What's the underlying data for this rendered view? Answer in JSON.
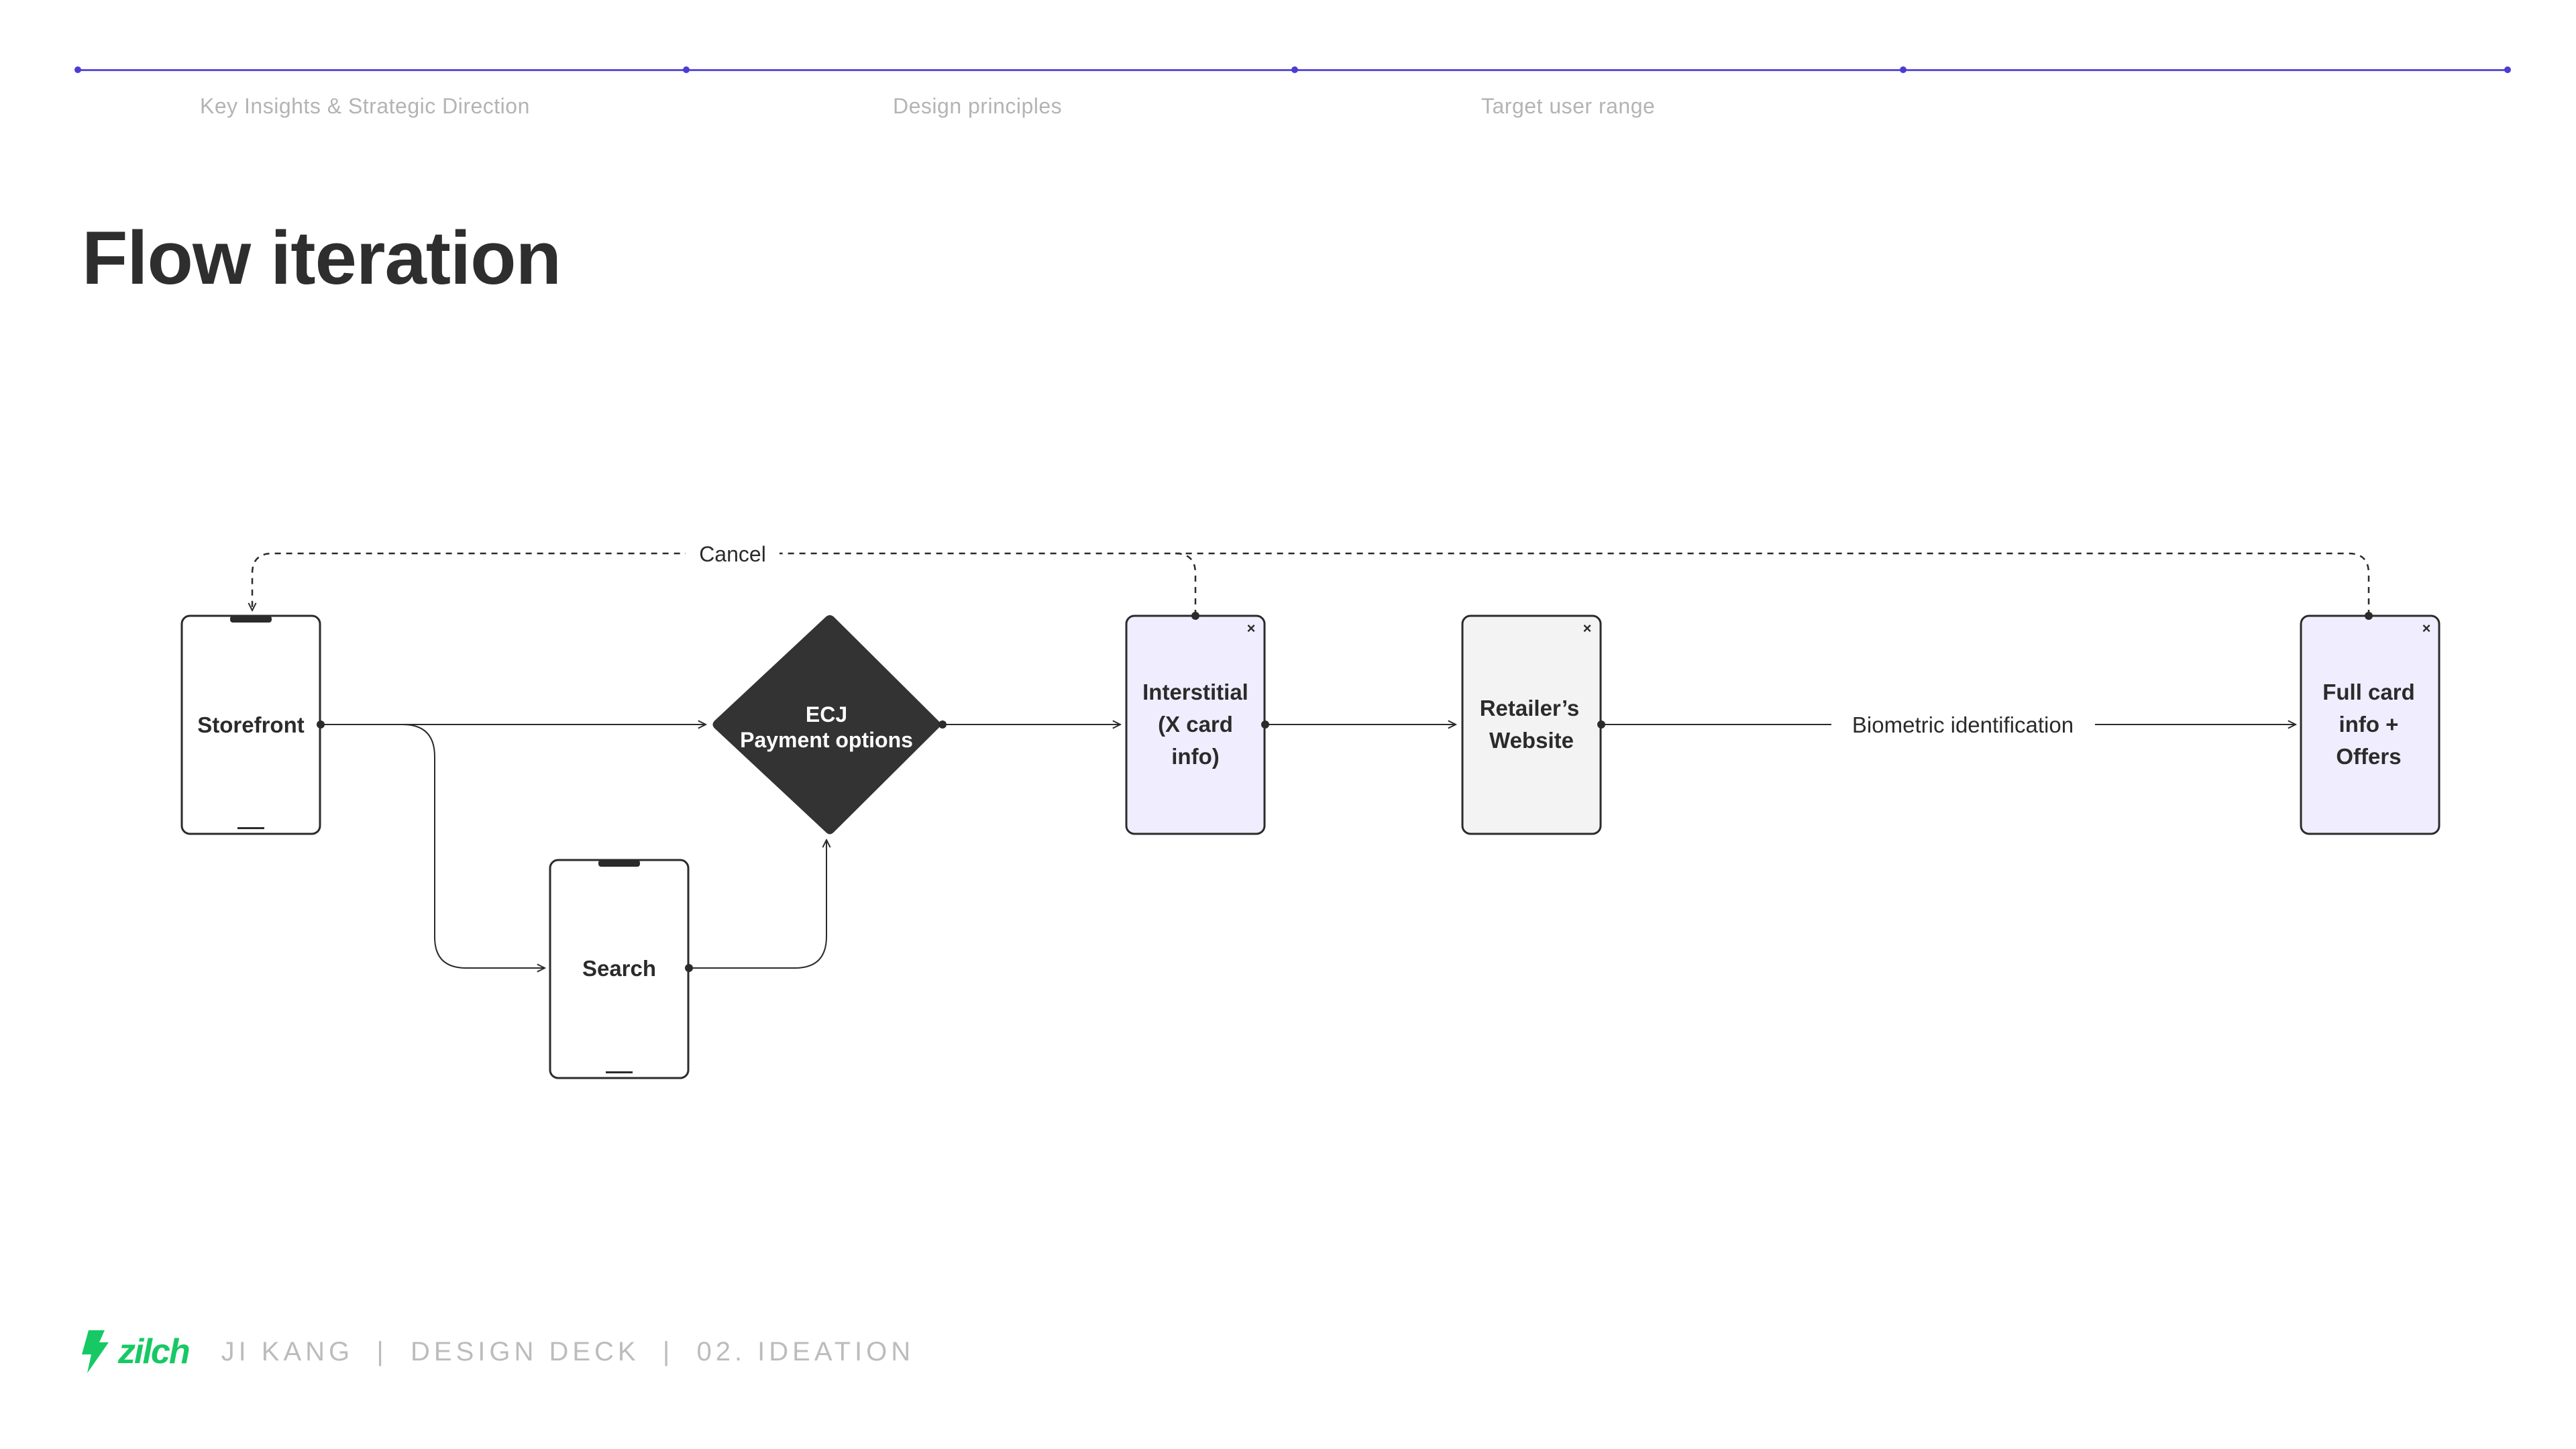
{
  "nav": {
    "items": [
      {
        "label": "Key Insights & Strategic Direction"
      },
      {
        "label": "Design principles"
      },
      {
        "label": "Target user range"
      },
      {
        "label": ""
      }
    ]
  },
  "page": {
    "title": "Flow iteration"
  },
  "diagram": {
    "nodes": {
      "storefront": {
        "label": "Storefront"
      },
      "search": {
        "label": "Search"
      },
      "decision": {
        "line1": "ECJ",
        "line2": "Payment options"
      },
      "interstitial": {
        "line1": "Interstitial",
        "line2": "(X card",
        "line3": "info)"
      },
      "retailer": {
        "line1": "Retailer’s",
        "line2": "Website"
      },
      "fullcard": {
        "line1": "Full card",
        "line2": "info +",
        "line3": "Offers"
      }
    },
    "edges": {
      "cancel_label": "Cancel",
      "biometric_label": "Biometric identification"
    },
    "close_glyph": "×",
    "colors": {
      "stroke": "#2b2b2b",
      "decision_fill": "#333333",
      "interstitial_fill": "#f0edff",
      "retailer_fill": "#f3f3f3",
      "fullcard_fill": "#f0edff",
      "nav_accent": "#4a3dd6",
      "brand": "#17c964"
    }
  },
  "footer": {
    "brand": "zilch",
    "text": "JI KANG  |  DESIGN DECK  |  02. IDEATION"
  }
}
